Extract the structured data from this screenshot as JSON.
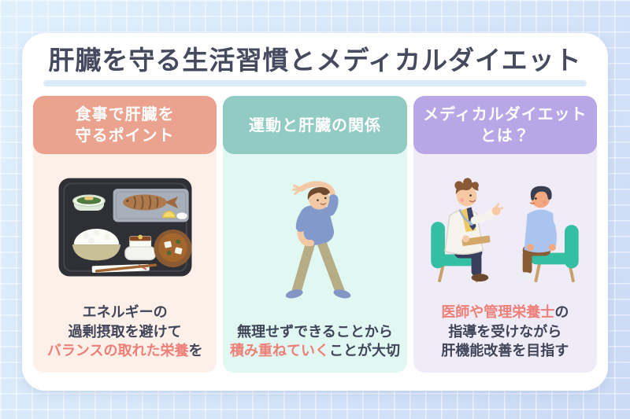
{
  "page": {
    "title": "肝臓を守る生活習慣とメディカルダイエット"
  },
  "colors": {
    "title_text": "#454a5f",
    "highlight_text": "#ee7f76",
    "card_header_colors": [
      "#eba38f",
      "#92cac4",
      "#b9a6e7"
    ],
    "card_body_colors": [
      "#fdf0e9",
      "#e0f7f2",
      "#efecf8"
    ],
    "background": "#d7e6f9"
  },
  "cards": [
    {
      "id": "diet",
      "illustration": "meal-tray",
      "header_lines": [
        "食事で肝臓を",
        "守るポイント"
      ],
      "caption": [
        [
          {
            "t": "エネルギーの",
            "h": false
          }
        ],
        [
          {
            "t": "過剰摂取を避けて",
            "h": false
          }
        ],
        [
          {
            "t": "バランスの取れた栄養",
            "h": true
          },
          {
            "t": "を",
            "h": false
          }
        ]
      ]
    },
    {
      "id": "exercise",
      "illustration": "stretching-person",
      "header_lines": [
        "運動と肝臓の関係"
      ],
      "caption": [
        [
          {
            "t": "無理せずできることから",
            "h": false
          }
        ],
        [
          {
            "t": "積み重ねていく",
            "h": true
          },
          {
            "t": "ことが大切",
            "h": false
          }
        ]
      ]
    },
    {
      "id": "medical-diet",
      "illustration": "doctor-and-patient",
      "header_lines": [
        "メディカルダイエット",
        "とは？"
      ],
      "caption": [
        [
          {
            "t": "医師や管理栄養士",
            "h": true
          },
          {
            "t": "の",
            "h": false
          }
        ],
        [
          {
            "t": "指導を受けながら",
            "h": false
          }
        ],
        [
          {
            "t": "肝機能改善を目指す",
            "h": false
          }
        ]
      ]
    }
  ]
}
